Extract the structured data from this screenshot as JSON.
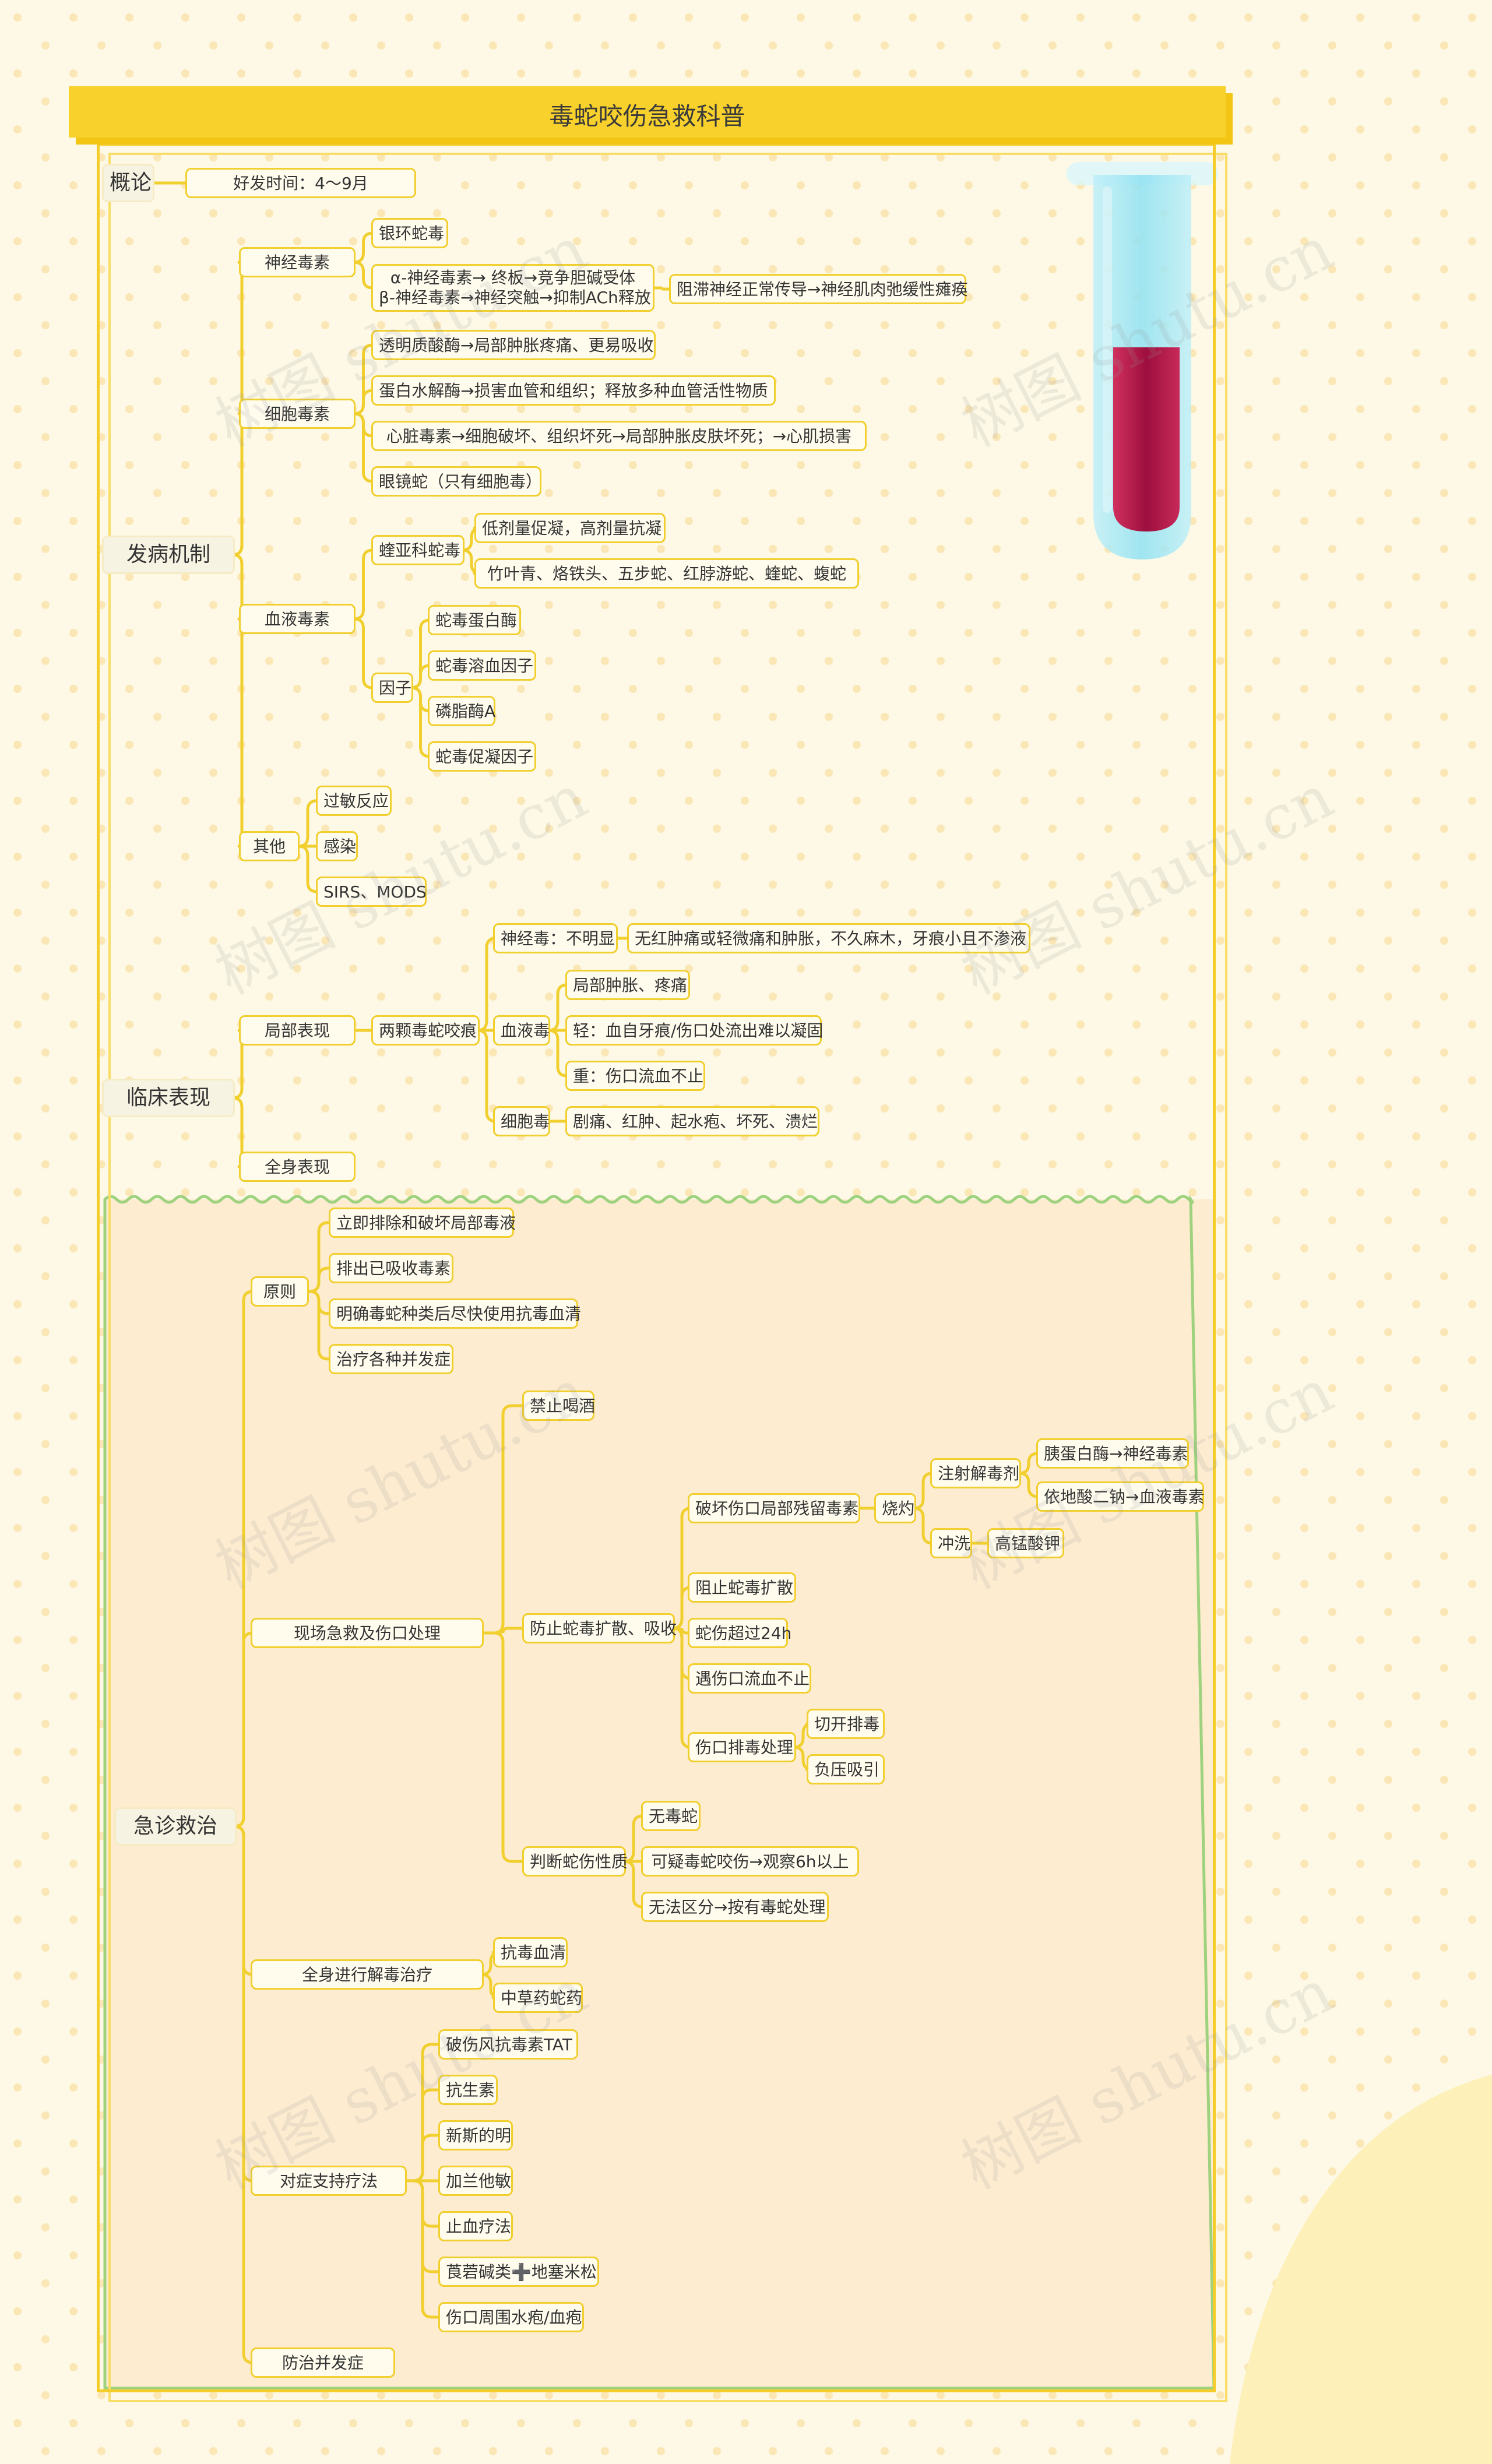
{
  "title": "毒蛇咬伤急救科普",
  "root_nodes": {
    "intro": "概论",
    "mechanism": "发病机制",
    "clinical": "临床表现",
    "emergency": "急诊救治"
  },
  "intro_child": "好发时间：4～9月",
  "mechanism": {
    "neuro": "神经毒素",
    "neuro_silver": "银环蛇毒",
    "neuro_alpha": "α-神经毒素→ 终板→竞争胆碱受体",
    "neuro_beta": "β-神经毒素→神经突触→抑制ACh释放",
    "neuro_result": "阻滞神经正常传导→神经肌肉弛缓性瘫痪",
    "cyto": "细胞毒素",
    "cyto_1": "透明质酸酶→局部肿胀疼痛、更易吸收",
    "cyto_2": "蛋白水解酶→损害血管和组织；释放多种血管活性物质",
    "cyto_3": "心脏毒素→细胞破坏、组织坏死→局部肿胀皮肤坏死；→心肌损害",
    "cyto_4": "眼镜蛇（只有细胞毒）",
    "blood": "血液毒素",
    "blood_viper": "蝰亚科蛇毒",
    "viper_1": "低剂量促凝，高剂量抗凝",
    "viper_2": "竹叶青、烙铁头、五步蛇、红脖游蛇、蝰蛇、蝮蛇",
    "factor": "因子",
    "factor_1": "蛇毒蛋白酶",
    "factor_2": "蛇毒溶血因子",
    "factor_3": "磷脂酶A",
    "factor_4": "蛇毒促凝因子",
    "other": "其他",
    "other_1": "过敏反应",
    "other_2": "感染",
    "other_3": "SIRS、MODS"
  },
  "clinical": {
    "local": "局部表现",
    "fang": "两颗毒蛇咬痕",
    "neuro": "神经毒：不明显",
    "neuro_desc": "无红肿痛或轻微痛和肿胀，不久麻木，牙痕小且不渗液",
    "blood": "血液毒",
    "blood_1": "局部肿胀、疼痛",
    "blood_2": "轻：血自牙痕/伤口处流出难以凝固",
    "blood_3": "重：伤口流血不止",
    "cyto": "细胞毒",
    "cyto_desc": "剧痛、红肿、起水疱、坏死、溃烂",
    "systemic": "全身表现"
  },
  "emergency": {
    "principle": "原则",
    "p1": "立即排除和破坏局部毒液",
    "p2": "排出已吸收毒素",
    "p3": "明确毒蛇种类后尽快使用抗毒血清",
    "p4": "治疗各种并发症",
    "onsite": "现场急救及伤口处理",
    "no_alcohol": "禁止喝酒",
    "prevent": "防止蛇毒扩散、吸收",
    "destroy": "破坏伤口局部残留毒素",
    "burn": "烧灼",
    "inject": "注射解毒剂",
    "inject_1": "胰蛋白酶→神经毒素",
    "inject_2": "依地酸二钠→血液毒素",
    "rinse": "冲洗",
    "rinse_1": "高锰酸钾",
    "stop_spread": "阻止蛇毒扩散",
    "over24": "蛇伤超过24h",
    "bleeding": "遇伤口流血不止",
    "drain": "伤口排毒处理",
    "drain_1": "切开排毒",
    "drain_2": "负压吸引",
    "judge": "判断蛇伤性质",
    "judge_1": "无毒蛇",
    "judge_2": "可疑毒蛇咬伤→观察6h以上",
    "judge_3": "无法区分→按有毒蛇处理",
    "systemic": "全身进行解毒治疗",
    "sys_1": "抗毒血清",
    "sys_2": "中草药蛇药",
    "support": "对症支持疗法",
    "sup_1": "破伤风抗毒素TAT",
    "sup_2": "抗生素",
    "sup_3": "新斯的明",
    "sup_4": "加兰他敏",
    "sup_5": "止血疗法",
    "sup_6": "莨菪碱类➕地塞米松",
    "sup_7": "伤口周围水疱/血疱",
    "complication": "防治并发症"
  },
  "watermark": "树图 shutu.cn",
  "colors": {
    "background": "#fdf9e6",
    "title_bar": "#f8d12c",
    "connector": "#f1cf2f",
    "node_border": "#f1cf2f",
    "emergency_panel": "#fdecd0",
    "wavy_border": "#9ed27e"
  }
}
